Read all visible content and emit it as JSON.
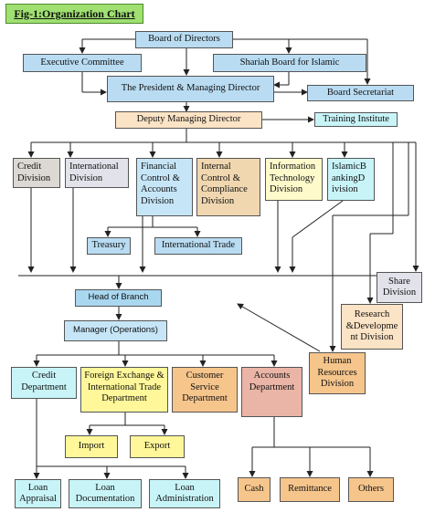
{
  "figure_title": "Fig-1:Organization Chart",
  "nodes": {
    "board": "Board of Directors",
    "exec": "Executive Committee",
    "shariah": "Shariah Board for Islamic",
    "president": "The President & Managing Director",
    "secretariat": "Board Secretariat",
    "deputy": "Deputy Managing Director",
    "training": "Training Institute",
    "credit_div": "Credit Division",
    "intl_div": "International Division",
    "fin_ctrl": "Financial Control & Accounts Division",
    "int_ctrl": "Internal Control & Compliance Division",
    "it_div": "Information Technology Division",
    "islamic": "IslamicB ankingD ivision",
    "treasury": "Treasury",
    "intl_trade": "International Trade",
    "share_div": "Share Division",
    "research": "Research &Developme nt Division",
    "hr": "Human Resources Division",
    "head_branch": "Head of Branch",
    "manager": "Manager (Operations)",
    "credit_dept": "Credit Department",
    "forex": "Foreign Exchange & International Trade Department",
    "customer": "Customer Service Department",
    "accounts": "Accounts Department",
    "import": "Import",
    "export": "Export",
    "loan_appraisal": "Loan Appraisal",
    "loan_doc": "Loan Documentation",
    "loan_admin": "Loan Administration",
    "cash": "Cash",
    "remittance": "Remittance",
    "others": "Others"
  },
  "colors": {
    "title": "#9fe070",
    "blue": "#b9dcf2",
    "cyan": "#c8f4f8",
    "tan": "#f6c58c",
    "yellow": "#fff799",
    "peach": "#fbe3c5",
    "pink": "#eab5a6",
    "line": "#222222"
  }
}
